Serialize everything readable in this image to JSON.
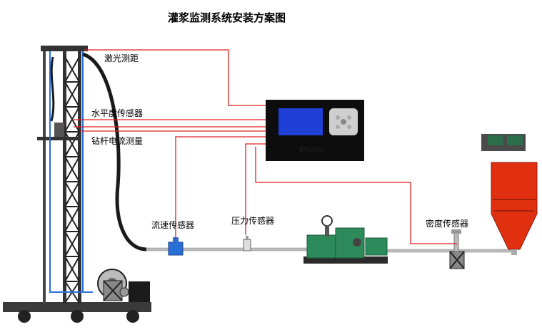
{
  "title": "灌浆监测系统安装方案图",
  "labels": {
    "laser": "激光测距",
    "level": "水平度传感器",
    "current": "钻杆电流测量",
    "flow": "流速传感器",
    "pressure": "压力传感器",
    "density": "密度传感器"
  },
  "recorder": {
    "caption": "灌浆记录仪",
    "screen_color": "#1f3fd6"
  },
  "colors": {
    "signal_wire": "#e02020",
    "tower": "#222222",
    "tank": "#e03010"
  }
}
